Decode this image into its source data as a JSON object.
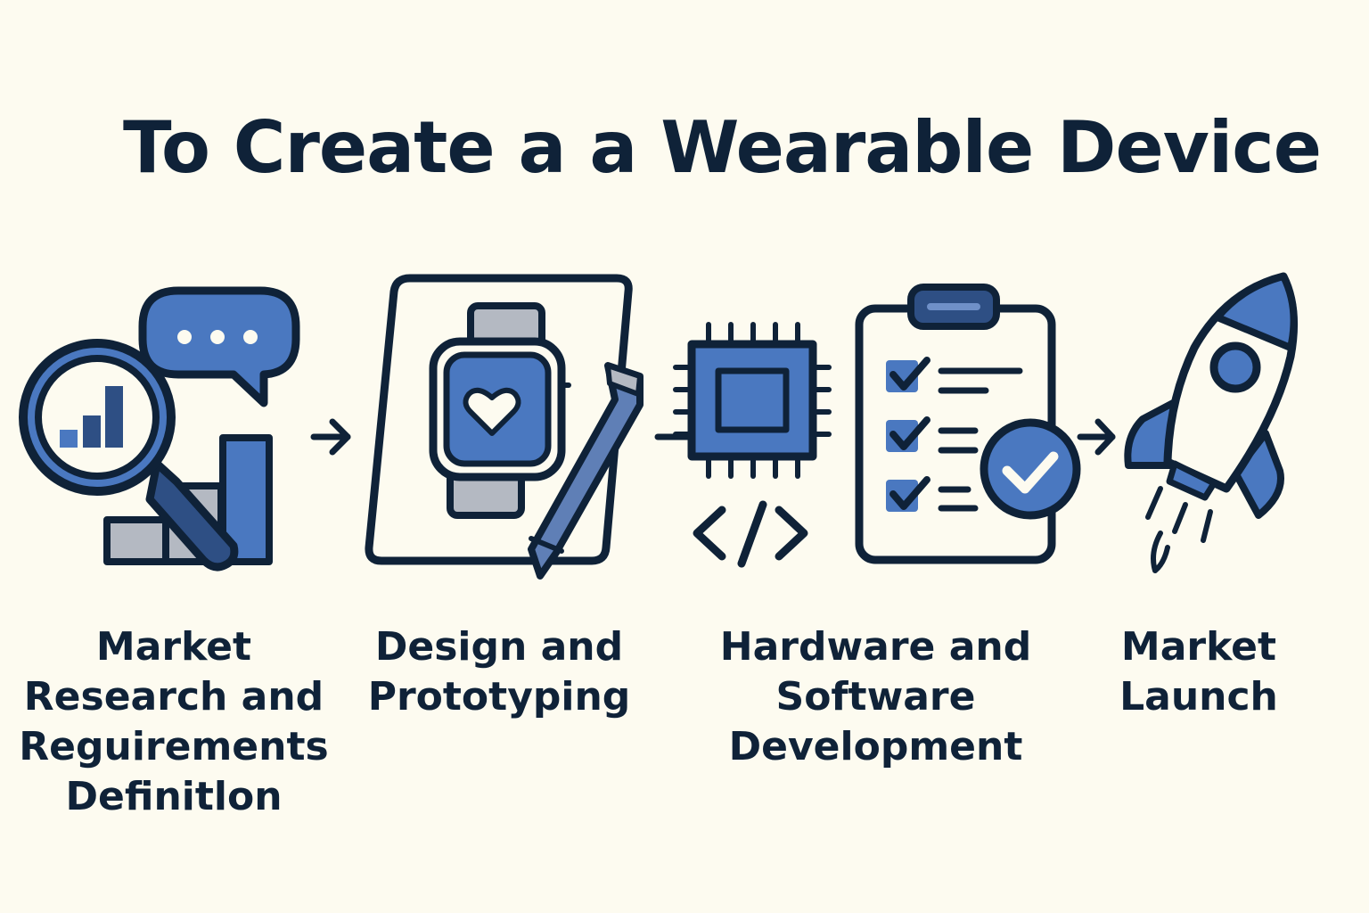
{
  "title": "To Create a a Wearable Device",
  "steps": [
    {
      "label_lines": [
        "Market",
        "Research and",
        "Reguirements",
        "Definitlon"
      ],
      "icon": "magnifier-chart-speech-icon"
    },
    {
      "label_lines": [
        "Design and",
        "Prototyping"
      ],
      "icon": "smartwatch-sketch-pen-icon"
    },
    {
      "label_lines": [
        "Hardware and",
        "Software",
        "Development"
      ],
      "icon": "chip-code-checklist-icon"
    },
    {
      "label_lines": [
        "Market",
        "Launch"
      ],
      "icon": "rocket-icon"
    }
  ],
  "colors": {
    "background": "#fdfbf0",
    "ink": "#0f2238",
    "blue": "#4a78c0",
    "blue_dark": "#2e4f84",
    "gray": "#b4b9c2"
  }
}
